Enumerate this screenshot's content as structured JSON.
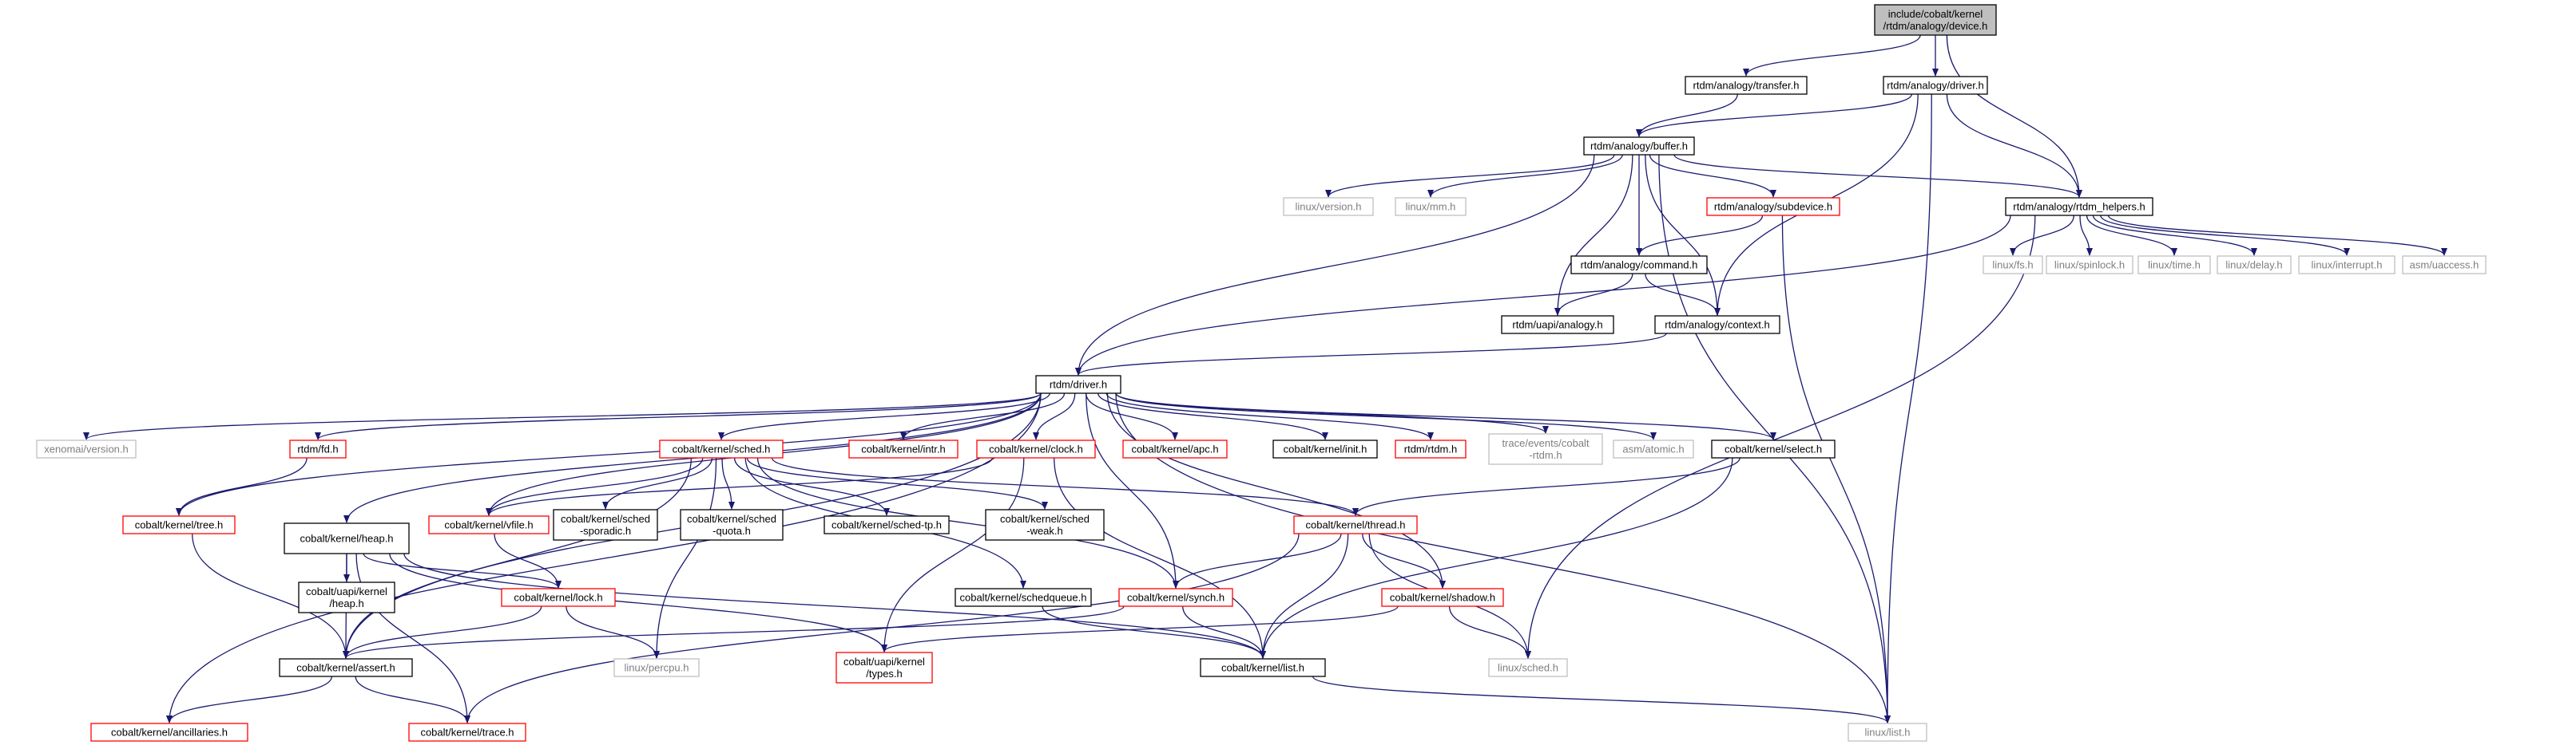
{
  "diagram": {
    "colors": {
      "edge": "#191970",
      "root_fill": "#bfbfbf",
      "normal_stroke": "#000000",
      "truncated_stroke": "#ff0000",
      "external_stroke": "#bfbfbf",
      "external_text": "#7f7f7f"
    },
    "nodes": [
      {
        "id": "root",
        "lines": [
          "include/cobalt/kernel",
          "/rtdm/analogy/device.h"
        ],
        "kind": "root"
      },
      {
        "id": "transfer",
        "lines": [
          "rtdm/analogy/transfer.h"
        ],
        "kind": "normal"
      },
      {
        "id": "adriver",
        "lines": [
          "rtdm/analogy/driver.h"
        ],
        "kind": "normal"
      },
      {
        "id": "buffer",
        "lines": [
          "rtdm/analogy/buffer.h"
        ],
        "kind": "normal"
      },
      {
        "id": "helpers",
        "lines": [
          "rtdm/analogy/rtdm_helpers.h"
        ],
        "kind": "normal"
      },
      {
        "id": "lversion",
        "lines": [
          "linux/version.h"
        ],
        "kind": "external"
      },
      {
        "id": "lmm",
        "lines": [
          "linux/mm.h"
        ],
        "kind": "external"
      },
      {
        "id": "subdevice",
        "lines": [
          "rtdm/analogy/subdevice.h"
        ],
        "kind": "truncated"
      },
      {
        "id": "command",
        "lines": [
          "rtdm/analogy/command.h"
        ],
        "kind": "normal"
      },
      {
        "id": "uapi_analogy",
        "lines": [
          "rtdm/uapi/analogy.h"
        ],
        "kind": "normal"
      },
      {
        "id": "context",
        "lines": [
          "rtdm/analogy/context.h"
        ],
        "kind": "normal"
      },
      {
        "id": "lfs",
        "lines": [
          "linux/fs.h"
        ],
        "kind": "external"
      },
      {
        "id": "lspin",
        "lines": [
          "linux/spinlock.h"
        ],
        "kind": "external"
      },
      {
        "id": "ltime",
        "lines": [
          "linux/time.h"
        ],
        "kind": "external"
      },
      {
        "id": "ldelay",
        "lines": [
          "linux/delay.h"
        ],
        "kind": "external"
      },
      {
        "id": "lint",
        "lines": [
          "linux/interrupt.h"
        ],
        "kind": "external"
      },
      {
        "id": "asmuacc",
        "lines": [
          "asm/uaccess.h"
        ],
        "kind": "external"
      },
      {
        "id": "rdriver",
        "lines": [
          "rtdm/driver.h"
        ],
        "kind": "normal"
      },
      {
        "id": "xversion",
        "lines": [
          "xenomai/version.h"
        ],
        "kind": "external"
      },
      {
        "id": "fd",
        "lines": [
          "rtdm/fd.h"
        ],
        "kind": "truncated"
      },
      {
        "id": "sched",
        "lines": [
          "cobalt/kernel/sched.h"
        ],
        "kind": "truncated"
      },
      {
        "id": "intr",
        "lines": [
          "cobalt/kernel/intr.h"
        ],
        "kind": "truncated"
      },
      {
        "id": "clock",
        "lines": [
          "cobalt/kernel/clock.h"
        ],
        "kind": "truncated"
      },
      {
        "id": "apc",
        "lines": [
          "cobalt/kernel/apc.h"
        ],
        "kind": "truncated"
      },
      {
        "id": "init",
        "lines": [
          "cobalt/kernel/init.h"
        ],
        "kind": "normal"
      },
      {
        "id": "rtdmh",
        "lines": [
          "rtdm/rtdm.h"
        ],
        "kind": "truncated"
      },
      {
        "id": "trace_ev",
        "lines": [
          "trace/events/cobalt",
          "-rtdm.h"
        ],
        "kind": "external"
      },
      {
        "id": "asmatomic",
        "lines": [
          "asm/atomic.h"
        ],
        "kind": "external"
      },
      {
        "id": "select",
        "lines": [
          "cobalt/kernel/select.h"
        ],
        "kind": "normal"
      },
      {
        "id": "tree",
        "lines": [
          "cobalt/kernel/tree.h"
        ],
        "kind": "truncated"
      },
      {
        "id": "heap",
        "lines": [
          "cobalt/kernel/heap.h"
        ],
        "kind": "normal"
      },
      {
        "id": "vfile",
        "lines": [
          "cobalt/kernel/vfile.h"
        ],
        "kind": "truncated"
      },
      {
        "id": "sporadic",
        "lines": [
          "cobalt/kernel/sched",
          "-sporadic.h"
        ],
        "kind": "normal"
      },
      {
        "id": "quota",
        "lines": [
          "cobalt/kernel/sched",
          "-quota.h"
        ],
        "kind": "normal"
      },
      {
        "id": "tp",
        "lines": [
          "cobalt/kernel/sched-tp.h"
        ],
        "kind": "normal"
      },
      {
        "id": "weak",
        "lines": [
          "cobalt/kernel/sched",
          "-weak.h"
        ],
        "kind": "normal"
      },
      {
        "id": "thread",
        "lines": [
          "cobalt/kernel/thread.h"
        ],
        "kind": "truncated"
      },
      {
        "id": "uapiheap",
        "lines": [
          "cobalt/uapi/kernel",
          "/heap.h"
        ],
        "kind": "normal"
      },
      {
        "id": "lock",
        "lines": [
          "cobalt/kernel/lock.h"
        ],
        "kind": "truncated"
      },
      {
        "id": "schedqueue",
        "lines": [
          "cobalt/kernel/schedqueue.h"
        ],
        "kind": "normal"
      },
      {
        "id": "synch",
        "lines": [
          "cobalt/kernel/synch.h"
        ],
        "kind": "truncated"
      },
      {
        "id": "shadow",
        "lines": [
          "cobalt/kernel/shadow.h"
        ],
        "kind": "truncated"
      },
      {
        "id": "assert",
        "lines": [
          "cobalt/kernel/assert.h"
        ],
        "kind": "normal"
      },
      {
        "id": "percpu",
        "lines": [
          "linux/percpu.h"
        ],
        "kind": "external"
      },
      {
        "id": "uapitypes",
        "lines": [
          "cobalt/uapi/kernel",
          "/types.h"
        ],
        "kind": "truncated"
      },
      {
        "id": "klist",
        "lines": [
          "cobalt/kernel/list.h"
        ],
        "kind": "normal"
      },
      {
        "id": "lsched",
        "lines": [
          "linux/sched.h"
        ],
        "kind": "external"
      },
      {
        "id": "ancillaries",
        "lines": [
          "cobalt/kernel/ancillaries.h"
        ],
        "kind": "truncated"
      },
      {
        "id": "trace",
        "lines": [
          "cobalt/kernel/trace.h"
        ],
        "kind": "truncated"
      },
      {
        "id": "llist",
        "lines": [
          "linux/list.h"
        ],
        "kind": "external"
      }
    ],
    "edges": [
      [
        "root",
        "transfer"
      ],
      [
        "root",
        "adriver"
      ],
      [
        "root",
        "helpers"
      ],
      [
        "transfer",
        "buffer"
      ],
      [
        "adriver",
        "buffer"
      ],
      [
        "adriver",
        "helpers"
      ],
      [
        "adriver",
        "context"
      ],
      [
        "adriver",
        "llist"
      ],
      [
        "buffer",
        "lversion"
      ],
      [
        "buffer",
        "lmm"
      ],
      [
        "buffer",
        "subdevice"
      ],
      [
        "buffer",
        "command"
      ],
      [
        "buffer",
        "uapi_analogy"
      ],
      [
        "buffer",
        "context"
      ],
      [
        "buffer",
        "helpers"
      ],
      [
        "buffer",
        "rdriver"
      ],
      [
        "buffer",
        "llist"
      ],
      [
        "subdevice",
        "command"
      ],
      [
        "subdevice",
        "llist"
      ],
      [
        "command",
        "uapi_analogy"
      ],
      [
        "command",
        "context"
      ],
      [
        "context",
        "rdriver"
      ],
      [
        "helpers",
        "rdriver"
      ],
      [
        "helpers",
        "lfs"
      ],
      [
        "helpers",
        "lspin"
      ],
      [
        "helpers",
        "ltime"
      ],
      [
        "helpers",
        "ldelay"
      ],
      [
        "helpers",
        "lint"
      ],
      [
        "helpers",
        "asmuacc"
      ],
      [
        "helpers",
        "lsched"
      ],
      [
        "rdriver",
        "xversion"
      ],
      [
        "rdriver",
        "fd"
      ],
      [
        "rdriver",
        "sched"
      ],
      [
        "rdriver",
        "intr"
      ],
      [
        "rdriver",
        "clock"
      ],
      [
        "rdriver",
        "apc"
      ],
      [
        "rdriver",
        "init"
      ],
      [
        "rdriver",
        "rtdmh"
      ],
      [
        "rdriver",
        "trace_ev"
      ],
      [
        "rdriver",
        "asmatomic"
      ],
      [
        "rdriver",
        "select"
      ],
      [
        "rdriver",
        "tree"
      ],
      [
        "rdriver",
        "heap"
      ],
      [
        "rdriver",
        "vfile"
      ],
      [
        "rdriver",
        "assert"
      ],
      [
        "rdriver",
        "ancillaries"
      ],
      [
        "rdriver",
        "shadow"
      ],
      [
        "rdriver",
        "synch"
      ],
      [
        "rdriver",
        "llist"
      ],
      [
        "fd",
        "tree"
      ],
      [
        "sched",
        "vfile"
      ],
      [
        "sched",
        "sporadic"
      ],
      [
        "sched",
        "quota"
      ],
      [
        "sched",
        "tp"
      ],
      [
        "sched",
        "weak"
      ],
      [
        "sched",
        "thread"
      ],
      [
        "sched",
        "schedqueue"
      ],
      [
        "sched",
        "synch"
      ],
      [
        "sched",
        "assert"
      ],
      [
        "sched",
        "percpu"
      ],
      [
        "clock",
        "vfile"
      ],
      [
        "clock",
        "uapitypes"
      ],
      [
        "clock",
        "klist"
      ],
      [
        "select",
        "thread"
      ],
      [
        "select",
        "klist"
      ],
      [
        "tree",
        "assert"
      ],
      [
        "heap",
        "uapiheap"
      ],
      [
        "heap",
        "lock"
      ],
      [
        "heap",
        "assert"
      ],
      [
        "heap",
        "uapitypes"
      ],
      [
        "heap",
        "klist"
      ],
      [
        "heap",
        "trace"
      ],
      [
        "vfile",
        "lock"
      ],
      [
        "thread",
        "synch"
      ],
      [
        "thread",
        "shadow"
      ],
      [
        "thread",
        "klist"
      ],
      [
        "thread",
        "lsched"
      ],
      [
        "thread",
        "trace"
      ],
      [
        "lock",
        "assert"
      ],
      [
        "lock",
        "percpu"
      ],
      [
        "schedqueue",
        "klist"
      ],
      [
        "synch",
        "klist"
      ],
      [
        "synch",
        "assert"
      ],
      [
        "shadow",
        "lsched"
      ],
      [
        "shadow",
        "uapitypes"
      ],
      [
        "assert",
        "ancillaries"
      ],
      [
        "assert",
        "trace"
      ],
      [
        "klist",
        "llist"
      ]
    ]
  }
}
